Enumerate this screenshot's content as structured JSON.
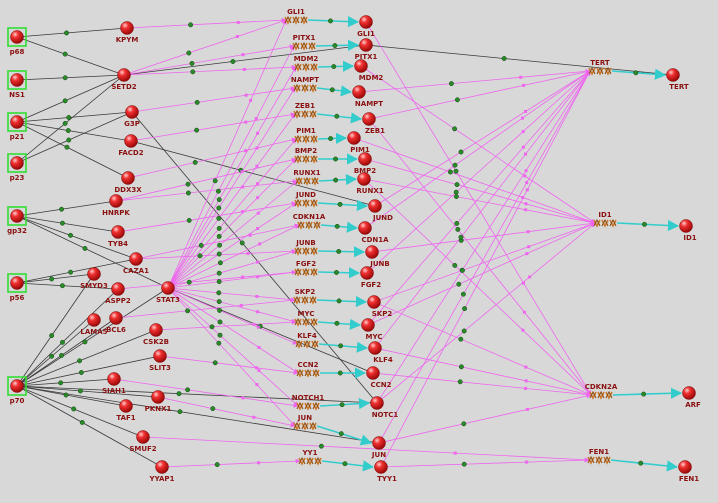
{
  "colors": {
    "background": "#d8d8d8",
    "node": "#e02020",
    "box": "#33dd33",
    "edge_dark": "#3a3a3a",
    "edge_pink": "#ee66ee",
    "edge_cyan": "#33cccc",
    "junction": "#2a8a2a",
    "gene": "#c8782a",
    "label": "#8a1010"
  },
  "icons": {
    "protein_node": "red-sphere-icon",
    "receptor_node": "boxed-red-sphere-icon",
    "gene_node": "gene-double-helix-icon",
    "junction_node": "green-dot-icon"
  },
  "receptors": [
    {
      "id": "p68",
      "label": "p68"
    },
    {
      "id": "NS1",
      "label": "NS1"
    },
    {
      "id": "p21",
      "label": "p21"
    },
    {
      "id": "p23",
      "label": "p23"
    },
    {
      "id": "gp32",
      "label": "gp32"
    },
    {
      "id": "p56",
      "label": "p56"
    },
    {
      "id": "p70",
      "label": "p70"
    }
  ],
  "proteins": [
    {
      "id": "KPYM",
      "label": "KPYM"
    },
    {
      "id": "SETD2",
      "label": "SETD2"
    },
    {
      "id": "G3P",
      "label": "G3P"
    },
    {
      "id": "FACD2",
      "label": "FACD2"
    },
    {
      "id": "DDX3X",
      "label": "DDX3X"
    },
    {
      "id": "HNRPK",
      "label": "HNRPK"
    },
    {
      "id": "TYB4",
      "label": "TYB4"
    },
    {
      "id": "CAZA1",
      "label": "CAZA1"
    },
    {
      "id": "SMYD3",
      "label": "SMYD3"
    },
    {
      "id": "ASPP2",
      "label": "ASPP2"
    },
    {
      "id": "LAMA5",
      "label": "LAMA5"
    },
    {
      "id": "BCL6",
      "label": "BCL6"
    },
    {
      "id": "STAT3",
      "label": "STAT3"
    },
    {
      "id": "CSK2B",
      "label": "CSK2B"
    },
    {
      "id": "SLIT3",
      "label": "SLIT3"
    },
    {
      "id": "SIAH1",
      "label": "SIAH1"
    },
    {
      "id": "PKNX1",
      "label": "PKNX1"
    },
    {
      "id": "TAF1",
      "label": "TAF1"
    },
    {
      "id": "SMUF2",
      "label": "SMUF2"
    },
    {
      "id": "YYAP1",
      "label": "YYAP1"
    },
    {
      "id": "pGLI1",
      "label": "GLI1"
    },
    {
      "id": "pPITX1",
      "label": "PITX1"
    },
    {
      "id": "pMDM2",
      "label": "MDM2"
    },
    {
      "id": "pNAMPT",
      "label": "NAMPT"
    },
    {
      "id": "pZEB1",
      "label": "ZEB1"
    },
    {
      "id": "pPIM1",
      "label": "PIM1"
    },
    {
      "id": "pBMP2",
      "label": "BMP2"
    },
    {
      "id": "pRUNX1",
      "label": "RUNX1"
    },
    {
      "id": "pJUND",
      "label": "JUND"
    },
    {
      "id": "pCDN1A",
      "label": "CDN1A"
    },
    {
      "id": "pJUNB",
      "label": "JUNB"
    },
    {
      "id": "pFGF2",
      "label": "FGF2"
    },
    {
      "id": "pSKP2",
      "label": "SKP2"
    },
    {
      "id": "pMYC",
      "label": "MYC"
    },
    {
      "id": "pKLF4",
      "label": "KLF4"
    },
    {
      "id": "pCCN2",
      "label": "CCN2"
    },
    {
      "id": "pNOTC1",
      "label": "NOTC1"
    },
    {
      "id": "pJUN",
      "label": "JUN"
    },
    {
      "id": "pTYY1",
      "label": "TYY1"
    },
    {
      "id": "pTERT",
      "label": "TERT"
    },
    {
      "id": "pID1",
      "label": "ID1"
    },
    {
      "id": "pARF",
      "label": "ARF"
    },
    {
      "id": "pFEN1",
      "label": "FEN1"
    }
  ],
  "genes": [
    {
      "id": "gGLI1",
      "label": "GLI1"
    },
    {
      "id": "gPITX1",
      "label": "PITX1"
    },
    {
      "id": "gMDM2",
      "label": "MDM2"
    },
    {
      "id": "gNAMPT",
      "label": "NAMPT"
    },
    {
      "id": "gZEB1",
      "label": "ZEB1"
    },
    {
      "id": "gPIM1",
      "label": "PIM1"
    },
    {
      "id": "gBMP2",
      "label": "BMP2"
    },
    {
      "id": "gRUNX1",
      "label": "RUNX1"
    },
    {
      "id": "gJUND",
      "label": "JUND"
    },
    {
      "id": "gCDKN1A",
      "label": "CDKN1A"
    },
    {
      "id": "gJUNB",
      "label": "JUNB"
    },
    {
      "id": "gFGF2",
      "label": "FGF2"
    },
    {
      "id": "gSKP2",
      "label": "SKP2"
    },
    {
      "id": "gMYC",
      "label": "MYC"
    },
    {
      "id": "gKLF4",
      "label": "KLF4"
    },
    {
      "id": "gCCN2",
      "label": "CCN2"
    },
    {
      "id": "gNOTCH1",
      "label": "NOTCH1"
    },
    {
      "id": "gJUN",
      "label": "JUN"
    },
    {
      "id": "gYY1",
      "label": "YY1"
    },
    {
      "id": "gTERT",
      "label": "TERT"
    },
    {
      "id": "gID1",
      "label": "ID1"
    },
    {
      "id": "gCDKN2A",
      "label": "CDKN2A"
    },
    {
      "id": "gFEN1",
      "label": "FEN1"
    }
  ]
}
